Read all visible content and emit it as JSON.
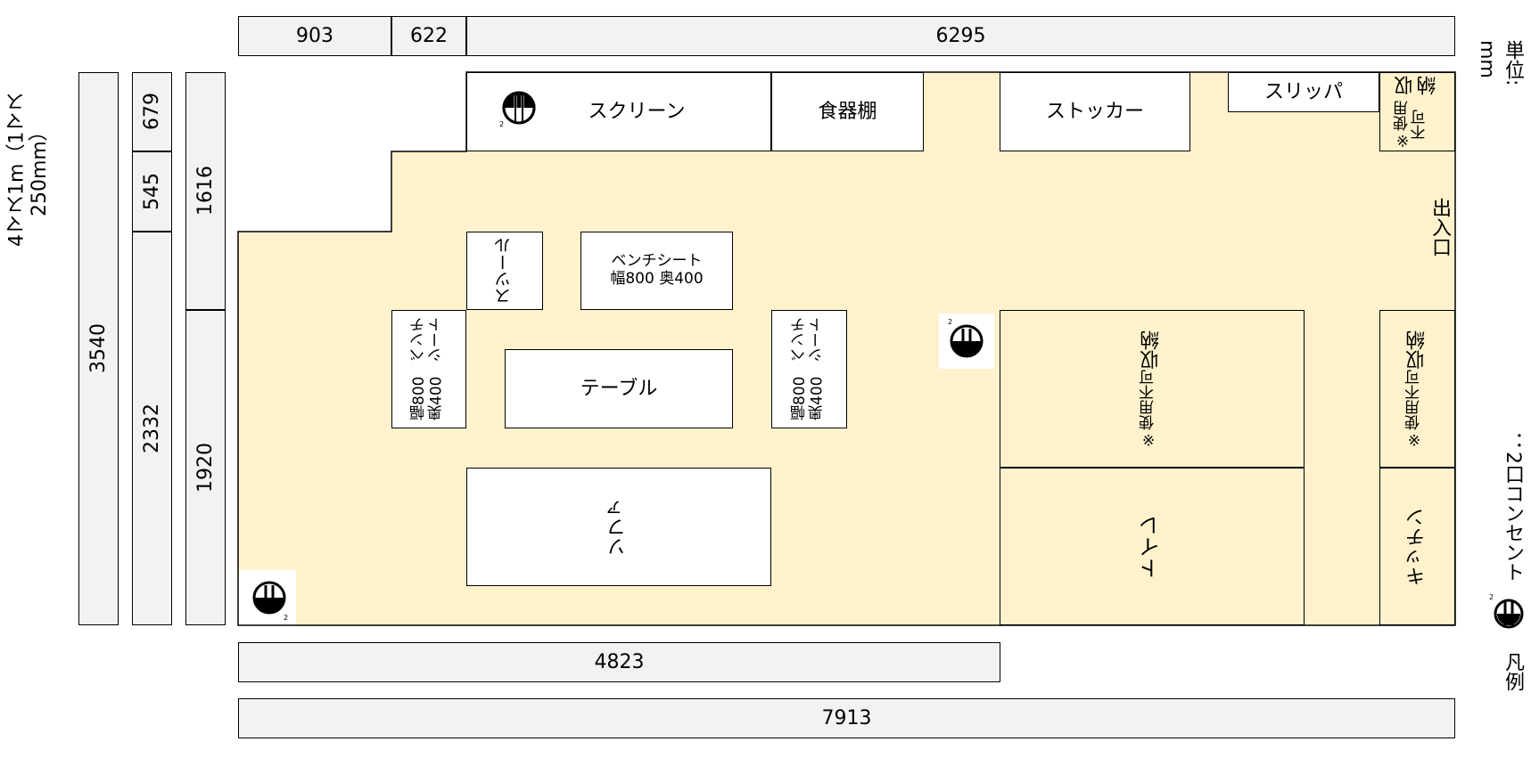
{
  "dimensions": {
    "top": [
      "903",
      "622",
      "6295"
    ],
    "left_outer": "3540",
    "left_mid": [
      "679",
      "545",
      "2332"
    ],
    "left_inner": [
      "1616",
      "1920"
    ],
    "bottom": [
      "4823",
      "7913"
    ]
  },
  "notes": {
    "scale": "4マス1m（1マス 250mm）",
    "unit": "単位: mm",
    "legend_label": "凡例",
    "legend_text": "：2口コンセント"
  },
  "furniture": {
    "screen": "スクリーン",
    "cupboard": "食器棚",
    "stocker": "ストッカー",
    "slipper": "スリッパ",
    "storage_top": "収納",
    "storage_top_note": "※使用不可",
    "entrance": "出入口",
    "stool": "スツール",
    "bench_top": [
      "ベンチシート",
      "幅800 奥400"
    ],
    "bench_left": [
      "ベンチシート",
      "幅800 奥400"
    ],
    "bench_right": [
      "ベンチシート",
      "幅800 奥400"
    ],
    "table": "テーブル",
    "sofa": "ソファ",
    "storage_mid": "収納",
    "storage_mid_note": "※使用不可",
    "storage_right": "収納",
    "storage_right_note": "※使用不可",
    "toilet": "トイレ",
    "kitchen": "キッチン"
  },
  "colors": {
    "floor": "#fff2cc",
    "dimension_fill": "#f2f2f2"
  },
  "icons": {
    "outlet": "outlet-icon"
  }
}
